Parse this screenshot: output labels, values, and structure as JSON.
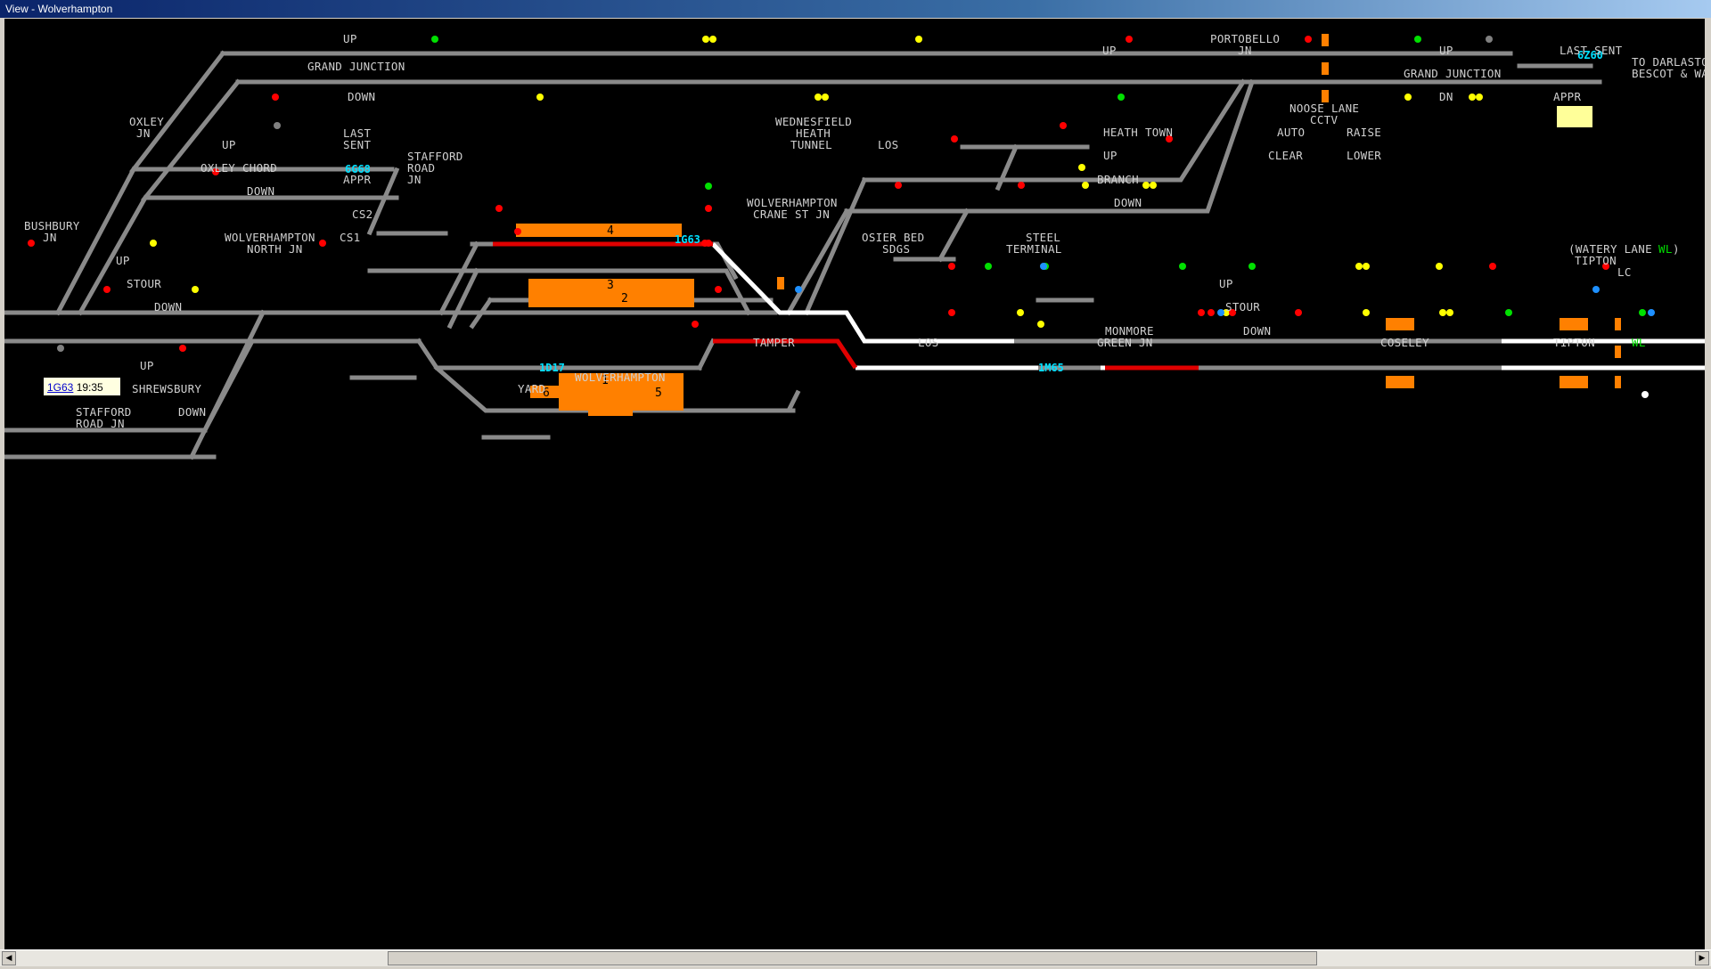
{
  "window": {
    "title": "View - Wolverhampton"
  },
  "colors": {
    "track": "#8a8a8a",
    "route_set": "#ffffff",
    "occupied": "#e00000",
    "berth": "#00e0ff",
    "platform": "#ff8000",
    "signal_red": "#ff0000",
    "signal_yellow": "#ffff00",
    "signal_green": "#00e000"
  },
  "labels": {
    "up_1": "UP",
    "grand_junction_w": "GRAND JUNCTION",
    "down_1": "DOWN",
    "oxley_jn": "OXLEY",
    "oxley_jn2": "JN",
    "up_2": "UP",
    "last_sent": "LAST",
    "last_sent2": "SENT",
    "appr": "APPR",
    "stafford_road": "STAFFORD",
    "stafford_road2": "ROAD",
    "stafford_road3": "JN",
    "oxley_chord": "OXLEY CHORD",
    "down_2": "DOWN",
    "cs2": "CS2",
    "cs1": "CS1",
    "bushbury": "BUSHBURY",
    "bushbury2": "JN",
    "wolv_north": "WOLVERHAMPTON",
    "wolv_north2": "NORTH JN",
    "up_3": "UP",
    "stour_w": "STOUR",
    "down_3": "DOWN",
    "up_4": "UP",
    "shrewsbury": "SHREWSBURY",
    "stafford_road_jn": "STAFFORD",
    "stafford_road_jn2": "ROAD JN",
    "down_4": "DOWN",
    "wolv_crane": "WOLVERHAMPTON",
    "wolv_crane2": "CRANE ST JN",
    "wednesfield": "WEDNESFIELD",
    "wednesfield2": "HEATH",
    "wednesfield3": "TUNNEL",
    "wolverhampton": "WOLVERHAMPTON",
    "yard": "YARD",
    "tamper": "TAMPER",
    "portobello": "PORTOBELLO",
    "portobello2": "JN",
    "up_5": "UP",
    "up_6": "UP",
    "last_sent_e": "LAST SENT",
    "to_darlaston": "TO DARLASTO",
    "bescot": "BESCOT & WA",
    "grand_junction_e": "GRAND JUNCTION",
    "dn": "DN",
    "appr_e": "APPR",
    "noose_lane": "NOOSE LANE",
    "cctv": "CCTV",
    "auto": "AUTO",
    "raise": "RAISE",
    "clear": "CLEAR",
    "lower": "LOWER",
    "los_1": "LOS",
    "heath_town": "HEATH TOWN",
    "up_7": "UP",
    "branch": "BRANCH",
    "down_5": "DOWN",
    "osier": "OSIER BED",
    "osier2": "SDGS",
    "steel": "STEEL",
    "steel2": "TERMINAL",
    "watery": "(WATERY LANE",
    "watery_wl": "WL",
    "watery_close": ")",
    "tipton_lc": "TIPTON",
    "lc": "LC",
    "up_8": "UP",
    "stour_e": "STOUR",
    "los_2": "LOS",
    "monmore": "MONMORE",
    "monmore2": "GREEN JN",
    "down_6": "DOWN",
    "coseley": "COSELEY",
    "tipton": "TIPTON",
    "wl": "WL"
  },
  "berths": {
    "b1": "6G68",
    "b2": "1G63",
    "b3": "1D17",
    "b4": "1M65",
    "b5": "6Z60"
  },
  "platforms": {
    "p1": "1",
    "p2": "2",
    "p3": "3",
    "p4": "4",
    "p5": "5",
    "p6": "6"
  },
  "tooltip": {
    "headcode": "1G63",
    "time": "19:35"
  },
  "scroll": {
    "left_arrow": "◀",
    "right_arrow": "▶"
  }
}
